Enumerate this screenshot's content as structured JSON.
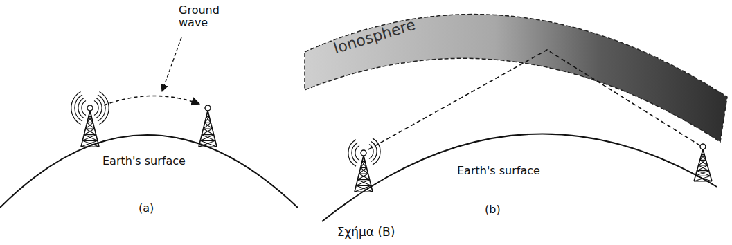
{
  "diagram": {
    "caption": "Σχήμα (Β)",
    "nodes": [
      {
        "text": [
          "Ionosphere"
        ]
      }
    ],
    "labels": [
      "Ground wave",
      "Earth's surface",
      "(a)",
      "Earth's surface",
      "(b)"
    ]
  }
}
